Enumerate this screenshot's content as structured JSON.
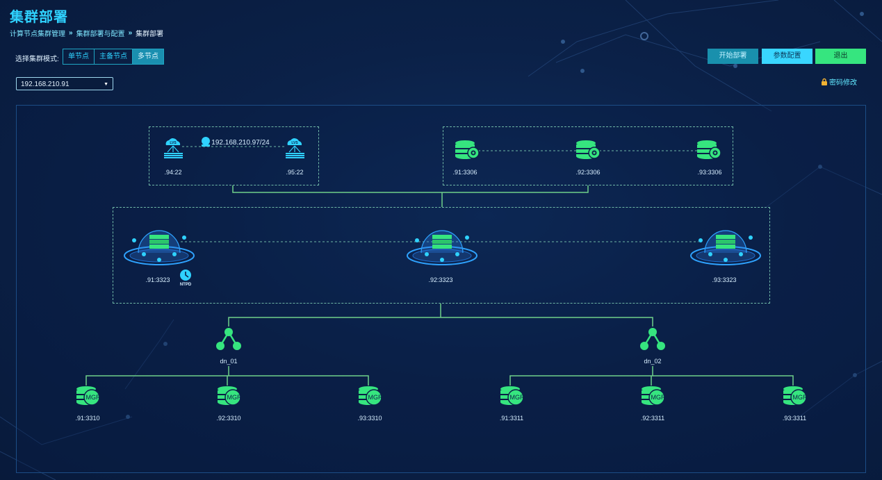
{
  "header": {
    "title": "集群部署",
    "breadcrumb": [
      "计算节点集群管理",
      "集群部署与配置",
      "集群部署"
    ]
  },
  "mode": {
    "label": "选择集群模式:",
    "options": [
      "单节点",
      "主备节点",
      "多节点"
    ],
    "selected": "多节点"
  },
  "host_select": {
    "value": "192.168.210.91"
  },
  "actions": {
    "start": "开始部署",
    "params": "参数配置",
    "exit": "退出",
    "password": "密码修改"
  },
  "topology": {
    "lvs": {
      "vip": "192.168.210.97/24",
      "nodes": [
        ".94:22",
        ".95:22"
      ],
      "icon_text": "LVS"
    },
    "config_db": [
      ".91:3306",
      ".92:3306",
      ".93:3306"
    ],
    "compute_nodes": [
      ".91:3323",
      ".92:3323",
      ".93:3323"
    ],
    "ntpd": "NTPD",
    "data_nodes": [
      {
        "name": "dn_01",
        "mgr": [
          ".91:3310",
          ".92:3310",
          ".93:3310"
        ]
      },
      {
        "name": "dn_02",
        "mgr": [
          ".91:3311",
          ".92:3311",
          ".93:3311"
        ]
      }
    ],
    "mgr_text": "MGR"
  },
  "colors": {
    "accent": "#2fd2ff",
    "green": "#36e57f",
    "line": "#6fd08a"
  }
}
